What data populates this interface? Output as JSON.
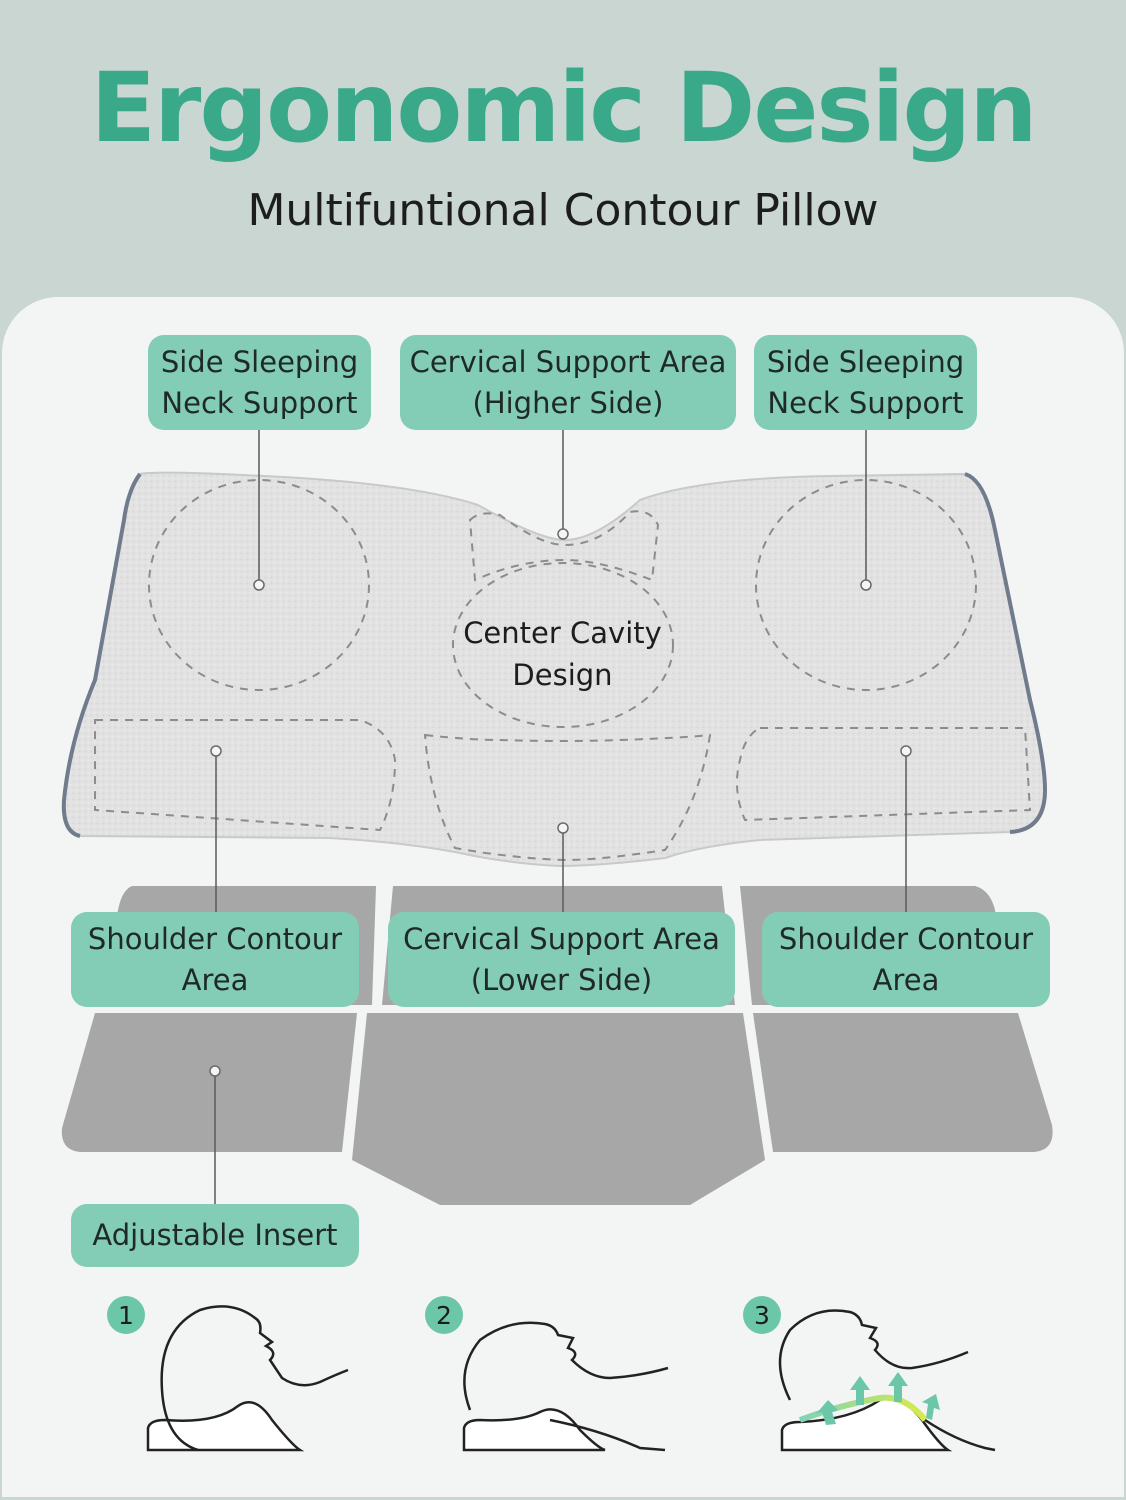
{
  "header": {
    "title": "Ergonomic Design",
    "subtitle": "Multifuntional Contour Pillow"
  },
  "labels": {
    "side_sleeping_left": "Side Sleeping\nNeck Support",
    "cervical_higher": "Cervical Support Area\n(Higher Side)",
    "side_sleeping_right": "Side Sleeping\nNeck Support",
    "center_cavity": "Center Cavity\nDesign",
    "shoulder_left": "Shoulder Contour\nArea",
    "cervical_lower": "Cervical Support Area\n(Lower Side)",
    "shoulder_right": "Shoulder Contour\nArea",
    "adjustable_insert": "Adjustable Insert"
  },
  "steps": [
    {
      "number": "1"
    },
    {
      "number": "2"
    },
    {
      "number": "3"
    }
  ],
  "colors": {
    "accent_green": "#3aa98a",
    "label_bg": "#83ccb5",
    "badge_bg": "#6cc7a9",
    "insert_gray": "#a7a7a7",
    "pillow_gray": "#e3e3e3"
  }
}
